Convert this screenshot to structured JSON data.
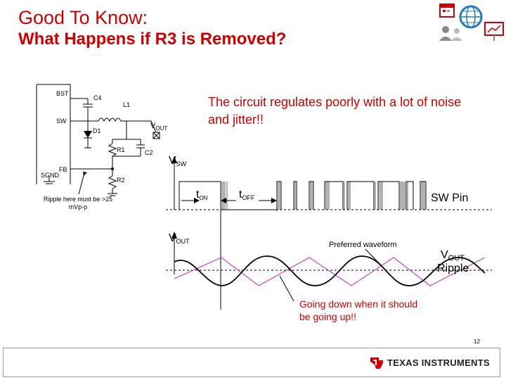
{
  "title": {
    "line1": "Good To Know:",
    "line2": "What Happens if R3 is Removed?"
  },
  "callout": "The circuit regulates poorly with a lot of noise and jitter!!",
  "schematic": {
    "pins": [
      "BST",
      "SW",
      "FB",
      "SGND"
    ],
    "parts": [
      "C4",
      "L1",
      "D1",
      "R1",
      "C2",
      "R2"
    ],
    "vout": {
      "main": "V",
      "sub": "OUT"
    },
    "note": "Ripple here must be >25 mVp-p"
  },
  "waveform": {
    "vsw": {
      "main": "V",
      "sub": "SW"
    },
    "ton": {
      "main": "t",
      "sub": "ON"
    },
    "toff": {
      "main": "t",
      "sub": "OFF"
    },
    "sw_pin": "SW Pin",
    "vout": {
      "main": "V",
      "sub": "OUT"
    },
    "preferred": "Preferred waveform",
    "vout_ripple": {
      "main": "V",
      "sub": "OUT",
      "word": "Ripple"
    },
    "going_down": "Going down when it should be going up!!",
    "colors": {
      "ripple": "#000000",
      "preferred": "#cc44cc",
      "arrow": "#000000"
    }
  },
  "footer": {
    "page": "12",
    "company": "TEXAS INSTRUMENTS",
    "accent": "#cc0000"
  },
  "icons": [
    "calendar-icon",
    "globe-icon",
    "people-icon",
    "presentation-icon"
  ]
}
